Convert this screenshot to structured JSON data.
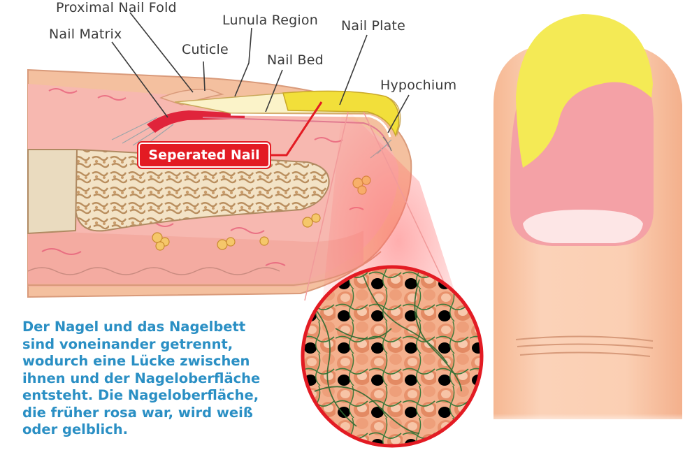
{
  "labels": {
    "proximal_nail_fold": "Proximal Nail Fold",
    "nail_matrix": "Nail Matrix",
    "cuticle": "Cuticle",
    "lunula_region": "Lunula Region",
    "nail_plate": "Nail Plate",
    "nail_bed": "Nail Bed",
    "hypochium": "Hypochium",
    "separated_nail": "Seperated Nail"
  },
  "description": [
    "Der Nagel und das Nagelbett",
    "sind voneinander getrennt,",
    "wodurch eine Lücke zwischen",
    "ihnen und der Nageloberfläche",
    "entsteht. Die Nageloberfläche,",
    "die früher rosa war, wird weiß",
    "oder gelblich."
  ],
  "colors": {
    "description_text": "#2a8fc4",
    "callout": "#e31b23",
    "nail_yellow": "#f2e64a",
    "skin": "#f8c3a4"
  }
}
